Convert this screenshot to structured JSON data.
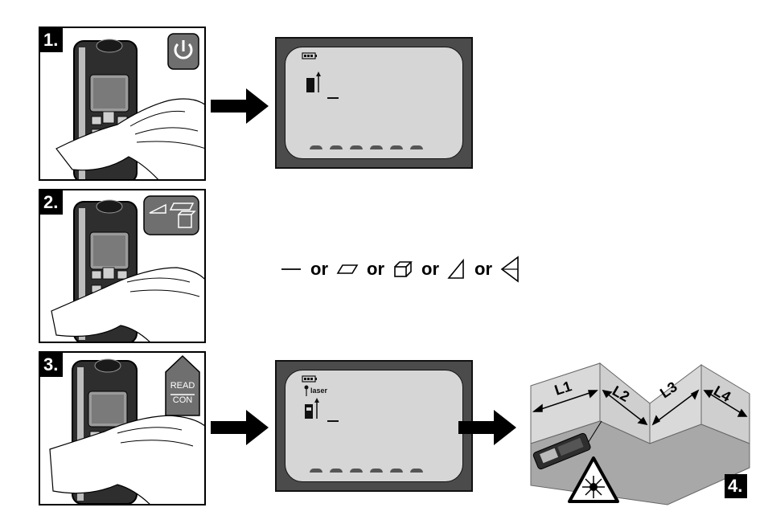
{
  "steps": {
    "step1": {
      "badge": "1."
    },
    "step2": {
      "badge": "2."
    },
    "step3": {
      "badge": "3.",
      "button_line1": "READ",
      "button_line2": "CON"
    },
    "step4": {
      "badge": "4."
    }
  },
  "display_step3": {
    "laser_label": "laser"
  },
  "modes_row": {
    "separator": "or"
  },
  "room_labels": [
    "L1",
    "L2",
    "L3",
    "L4"
  ],
  "colors": {
    "lcd_frame": "#4b4b4b",
    "lcd_screen": "#d6d6d6",
    "room_floor": "#a8a8a8",
    "room_wall": "#d9d9d9"
  }
}
